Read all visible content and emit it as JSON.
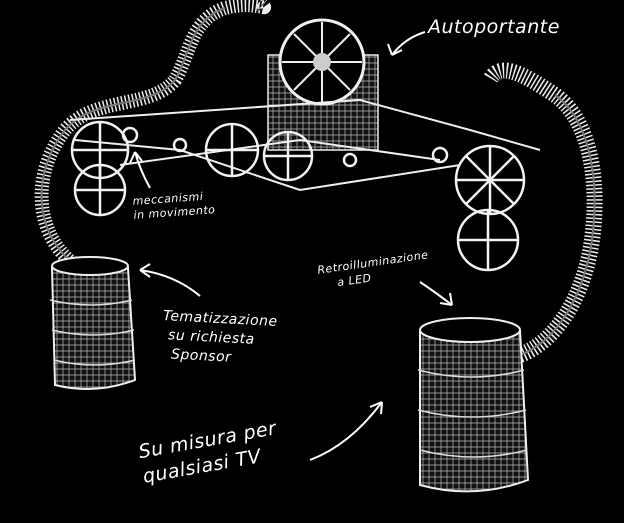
{
  "annotations": {
    "autoportante": "Autoportante",
    "meccanismi": [
      "meccanismi",
      "in movimento"
    ],
    "retroilluminazione": [
      "Retroilluminazione",
      "a LED"
    ],
    "tematizzazione": [
      "Tematizzazione",
      "su richiesta",
      "Sponsor"
    ],
    "su_misura": [
      "Su misura per",
      "qualsiasi TV"
    ]
  },
  "colors": {
    "background": "#000000",
    "ink": "#ffffff"
  }
}
